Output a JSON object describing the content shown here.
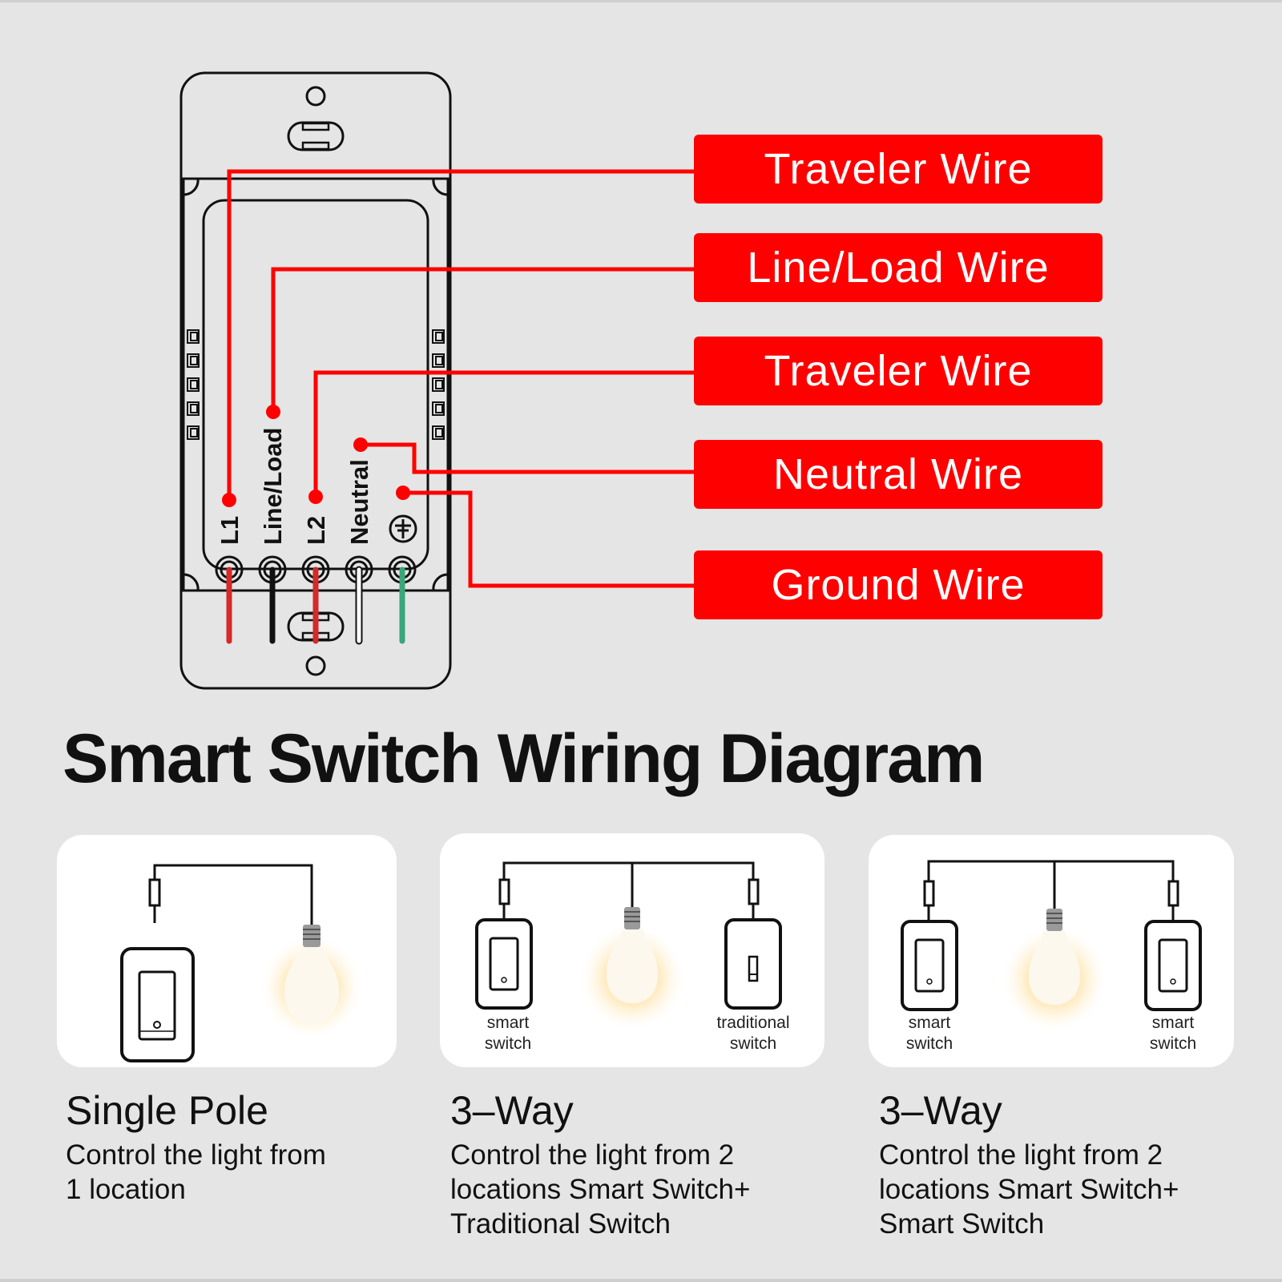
{
  "diagram": {
    "title": "Smart Switch Wiring Diagram",
    "terminals": [
      "L1",
      "Line/Load",
      "L2",
      "Neutral"
    ],
    "ground_symbol": "ground-symbol",
    "wire_labels": [
      {
        "label": "Traveler Wire",
        "terminal": "L1"
      },
      {
        "label": "Line/Load Wire",
        "terminal": "Line/Load"
      },
      {
        "label": "Traveler Wire",
        "terminal": "L2"
      },
      {
        "label": "Neutral Wire",
        "terminal": "Neutral"
      },
      {
        "label": "Ground Wire",
        "terminal": "Ground"
      }
    ],
    "colors": {
      "accent": "#ff0000",
      "background": "#e5e5e5",
      "wire_l1": "#d42a2a",
      "wire_line_load": "#111111",
      "wire_l2": "#d42a2a",
      "wire_neutral": "#ffffff",
      "wire_ground": "#3aa67a"
    }
  },
  "configurations": [
    {
      "title": "Single Pole",
      "description": "Control the light from\n1 location",
      "switches": []
    },
    {
      "title": "3–Way",
      "description": "Control the light from 2\nlocations Smart Switch+\nTraditional Switch",
      "switches": [
        {
          "caption": "smart\nswitch"
        },
        {
          "caption": "traditional\nswitch"
        }
      ]
    },
    {
      "title": "3–Way",
      "description": "Control the light from 2\nlocations Smart Switch+\nSmart Switch",
      "switches": [
        {
          "caption": "smart\nswitch"
        },
        {
          "caption": "smart\nswitch"
        }
      ]
    }
  ]
}
